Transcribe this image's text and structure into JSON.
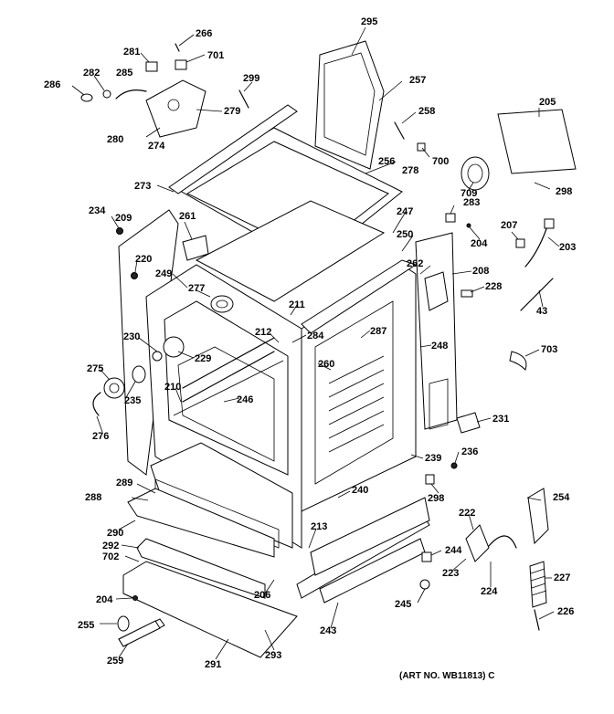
{
  "labels": {
    "l295": "295",
    "l266": "266",
    "l281": "281",
    "l701": "701",
    "l282": "282",
    "l285": "285",
    "l286": "286",
    "l299": "299",
    "l257": "257",
    "l279": "279",
    "l280": "280",
    "l274": "274",
    "l258": "258",
    "l205": "205",
    "l700": "700",
    "l256": "256",
    "l278": "278",
    "l709": "709",
    "l298a": "298",
    "l273": "273",
    "l234": "234",
    "l209": "209",
    "l261": "261",
    "l283": "283",
    "l247": "247",
    "l207": "207",
    "l250": "250",
    "l204a": "204",
    "l203": "203",
    "l262": "262",
    "l220": "220",
    "l208": "208",
    "l249": "249",
    "l277": "277",
    "l228": "228",
    "l43": "43",
    "l211": "211",
    "l212": "212",
    "l284": "284",
    "l287": "287",
    "l230": "230",
    "l229": "229",
    "l248": "248",
    "l703": "703",
    "l275": "275",
    "l260": "260",
    "l235": "235",
    "l210": "210",
    "l246": "246",
    "l231": "231",
    "l276": "276",
    "l236": "236",
    "l239": "239",
    "l289": "289",
    "l298b": "298",
    "l240": "240",
    "l288": "288",
    "l254": "254",
    "l222": "222",
    "l290": "290",
    "l213": "213",
    "l292": "292",
    "l702": "702",
    "l244": "244",
    "l223": "223",
    "l227": "227",
    "l206": "206",
    "l224": "224",
    "l204b": "204",
    "l245": "245",
    "l226": "226",
    "l255": "255",
    "l243": "243",
    "l259": "259",
    "l291": "291",
    "l293": "293"
  },
  "art_number": "(ART NO. WB11813) C",
  "icons": {
    "range-body": "range-body-icon",
    "small-parts": "hardware-icon"
  }
}
